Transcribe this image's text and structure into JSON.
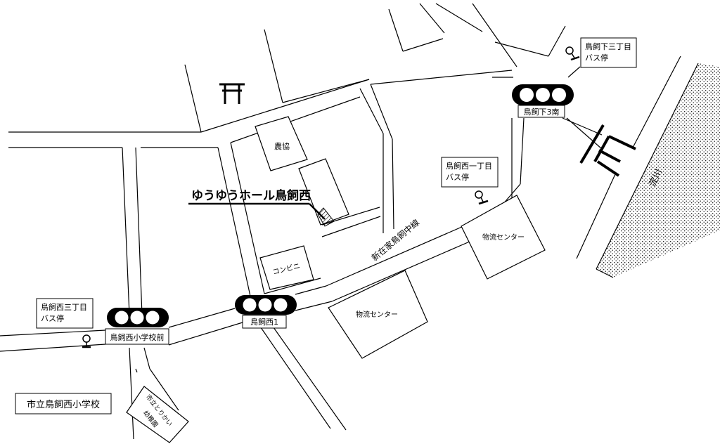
{
  "title": "ゆうゆうホール鳥飼西",
  "labels": {
    "noukyou": "農協",
    "konbini": "コンビニ",
    "butsuryu_1": "物流センター",
    "butsuryu_2": "物流センター",
    "road_name": "新在家鳥飼中線",
    "river_name": "淀川",
    "kindergarten_line1": "市立とりかい",
    "kindergarten_line2": "幼稚園",
    "school": "市立鳥飼西小学校"
  },
  "bus_stops": {
    "shimo3": {
      "line1": "鳥飼下三丁目",
      "line2": "バス停"
    },
    "nishi1": {
      "line1": "鳥飼西一丁目",
      "line2": "バス停"
    },
    "nishi3": {
      "line1": "鳥飼西三丁目",
      "line2": "バス停"
    }
  },
  "signals": {
    "shimo3_minami": "鳥飼下3南",
    "nishi1": "鳥飼西1",
    "shogakko_mae": "鳥飼西小学校前"
  },
  "icons": {
    "shrine": "torii-icon",
    "bus_stop": "bus-stop-icon",
    "traffic_signal": "traffic-signal-icon",
    "levee_gate": "levee-gate-icon"
  },
  "colors": {
    "line": "#000000",
    "background": "#ffffff"
  }
}
